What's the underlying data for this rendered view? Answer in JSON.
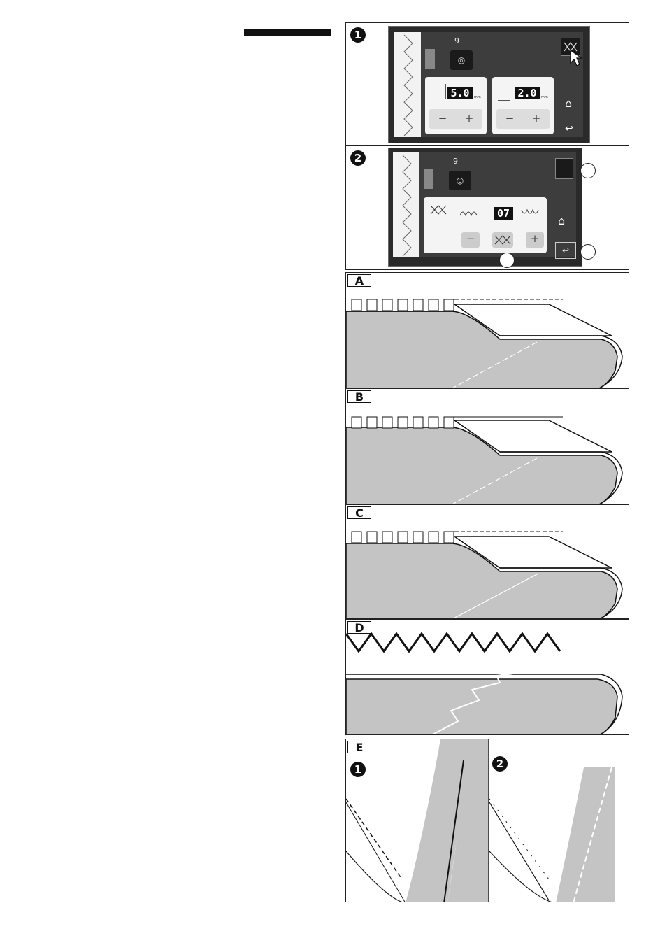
{
  "panels": {
    "step1": {
      "badge": "1",
      "pattern_number": "9",
      "width_value": "5.0",
      "width_unit": "mm",
      "length_value": "2.0",
      "length_unit": "mm",
      "minus_label": "−",
      "plus_label": "+"
    },
    "step2": {
      "badge": "2",
      "pattern_number": "9",
      "value": "07",
      "minus_label": "−",
      "plus_label": "+"
    },
    "A": {
      "label": "A"
    },
    "B": {
      "label": "B"
    },
    "C": {
      "label": "C"
    },
    "D": {
      "label": "D"
    },
    "E": {
      "label": "E",
      "left_badge": "1",
      "right_badge": "2"
    }
  },
  "icons": [
    "zigzag-icon",
    "cursor-icon",
    "home-icon",
    "back-icon",
    "foot-icon",
    "stitch-balance-icon",
    "tension-icon"
  ],
  "colors": {
    "fabric": "#c4c4c4",
    "screen": "#2a2a2a",
    "card": "#f4f4f4",
    "ink": "#111111"
  }
}
